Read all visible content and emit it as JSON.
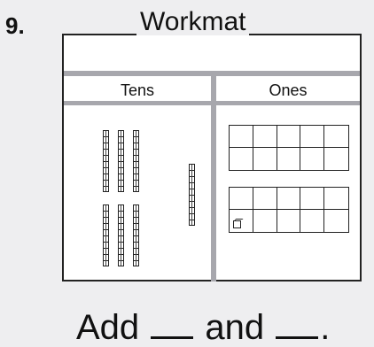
{
  "problem_number": "9.",
  "workmat": {
    "title": "Workmat",
    "columns": [
      "Tens",
      "Ones"
    ],
    "tens_rods": 7,
    "ones_cubes": 1,
    "ten_frames": 2
  },
  "prompt": {
    "lead": "Add",
    "middle": "and",
    "end": "."
  }
}
